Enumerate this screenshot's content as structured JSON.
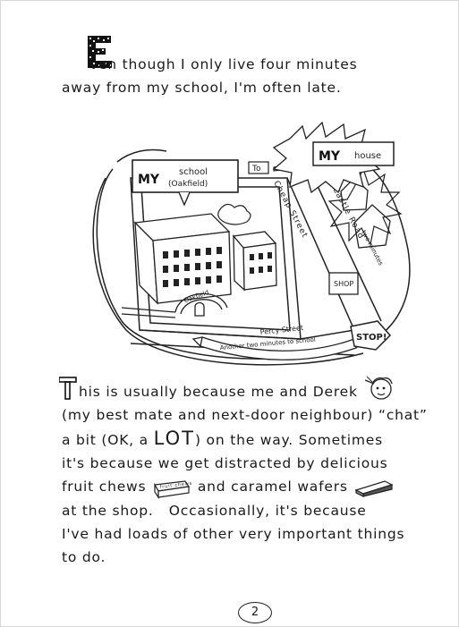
{
  "page": {
    "para1": {
      "dropcap": "E",
      "line1": "ven though I only live four minutes",
      "line2": "away from my school, I'm often late."
    },
    "map": {
      "school_my": "MY",
      "school_name": "school",
      "school_sub": "(Oakfield)",
      "to_label": "To",
      "house_my": "MY",
      "house_label": "house",
      "cheap_street": "Cheap Street",
      "castle_road": "Castle Road",
      "two_minutes": "two minutes",
      "shop_sign": "SHOP",
      "oakfield_gate": "Oakfield",
      "percy_street": "Percy Street",
      "another_two": "Another two minutes to school",
      "stop_label": "STOP!"
    },
    "para2": {
      "dropcap": "T",
      "line1": "his is usually because me and Derek",
      "line2": "(my best mate and next-door neighbour) “chat”",
      "line3a": "a bit (OK, a ",
      "line3_lot": "LOT",
      "line3b": ") on the way. Sometimes",
      "line4": "it's because we get distracted by delicious",
      "line5a": "fruit chews",
      "line5b": " and caramel wafers",
      "line6": "at the shop.   Occasionally, it's because",
      "line7": "I've had loads of other very important things",
      "line8": "to do.",
      "fruit_chews_pack": "fruit chews"
    },
    "page_number": "2"
  }
}
